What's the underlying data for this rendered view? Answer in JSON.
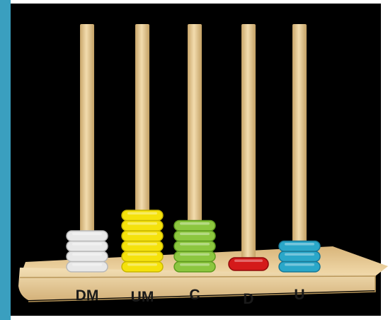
{
  "abacus": {
    "columns": [
      {
        "label": "DM",
        "beads": 4,
        "color": "#e8e8e8",
        "shade": "#b8b8b8"
      },
      {
        "label": "UM",
        "beads": 6,
        "color": "#f5e20c",
        "shade": "#c9b600"
      },
      {
        "label": "C",
        "beads": 5,
        "color": "#8cc63f",
        "shade": "#5e9a1e"
      },
      {
        "label": "D",
        "beads": 1,
        "color": "#d41a1a",
        "shade": "#8f0b0b"
      },
      {
        "label": "U",
        "beads": 3,
        "color": "#2aa7c9",
        "shade": "#1a7896"
      }
    ],
    "rod_color": "#e3c48d",
    "base_color": "#e9cc94",
    "base_edge_color": "#b9975a"
  }
}
